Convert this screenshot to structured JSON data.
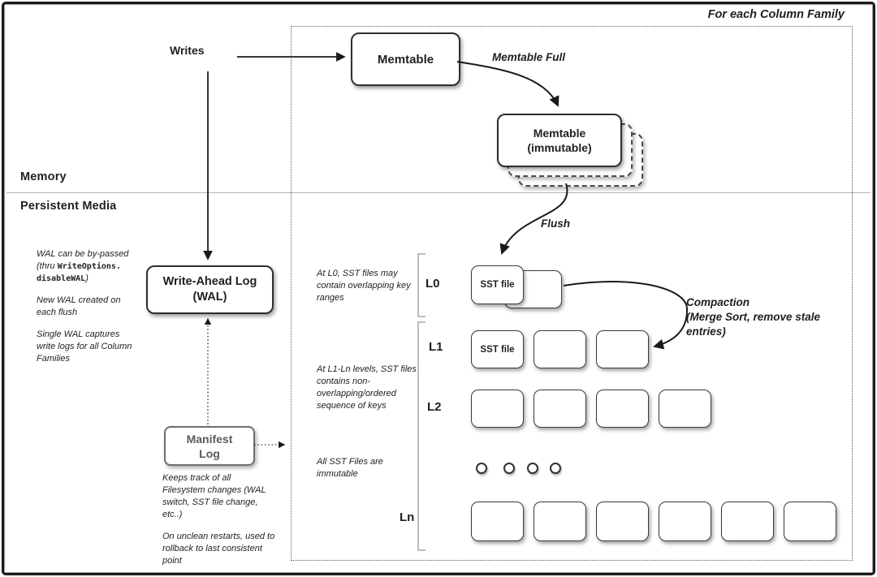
{
  "title": "For each Column Family",
  "sections": {
    "memory": "Memory",
    "persistent": "Persistent Media"
  },
  "writes": "Writes",
  "memtable": "Memtable",
  "memtable_full": "Memtable Full",
  "immutable_memtable": [
    "Memtable",
    "(immutable)"
  ],
  "flush": "Flush",
  "compaction": [
    "Compaction",
    "(Merge Sort, remove stale",
    "entries)"
  ],
  "wal_box": [
    "Write-Ahead Log",
    "(WAL)"
  ],
  "wal_notes": {
    "n1_l1": "WAL can be by-passed",
    "n1_l2a": "(thru ",
    "n1_l2mono": "WriteOptions.",
    "n1_l3mono": "disableWAL",
    "n1_l3b": ")",
    "n2": [
      "New WAL created on",
      "each flush"
    ],
    "n3": [
      "Single WAL captures",
      "write logs for all Column",
      "Families"
    ]
  },
  "manifest_box": [
    "Manifest",
    "Log"
  ],
  "manifest_notes": {
    "n1": [
      "Keeps track of all",
      "Filesystem changes (WAL",
      "switch, SST file change,",
      "etc..)"
    ],
    "n2": [
      "On unclean restarts, used to",
      "rollback to last consistent",
      "point"
    ]
  },
  "levels": {
    "l0": {
      "label": "L0",
      "note": [
        "At L0, SST files may",
        "contain overlapping key",
        "ranges"
      ]
    },
    "l1": {
      "label": "L1"
    },
    "l2": {
      "label": "L2"
    },
    "ln": {
      "label": "Ln"
    },
    "l1_note": [
      "At L1-Ln levels, SST files",
      "contains non-",
      "overlapping/ordered",
      "sequence of keys"
    ],
    "immutable_note": [
      "All SST Files are",
      "immutable"
    ]
  },
  "sst_file_label": "SST file",
  "colors": {
    "ink": "#1f1f1f",
    "manifest_gray": "#6e6e6e",
    "divider": "#b5b5b5"
  }
}
